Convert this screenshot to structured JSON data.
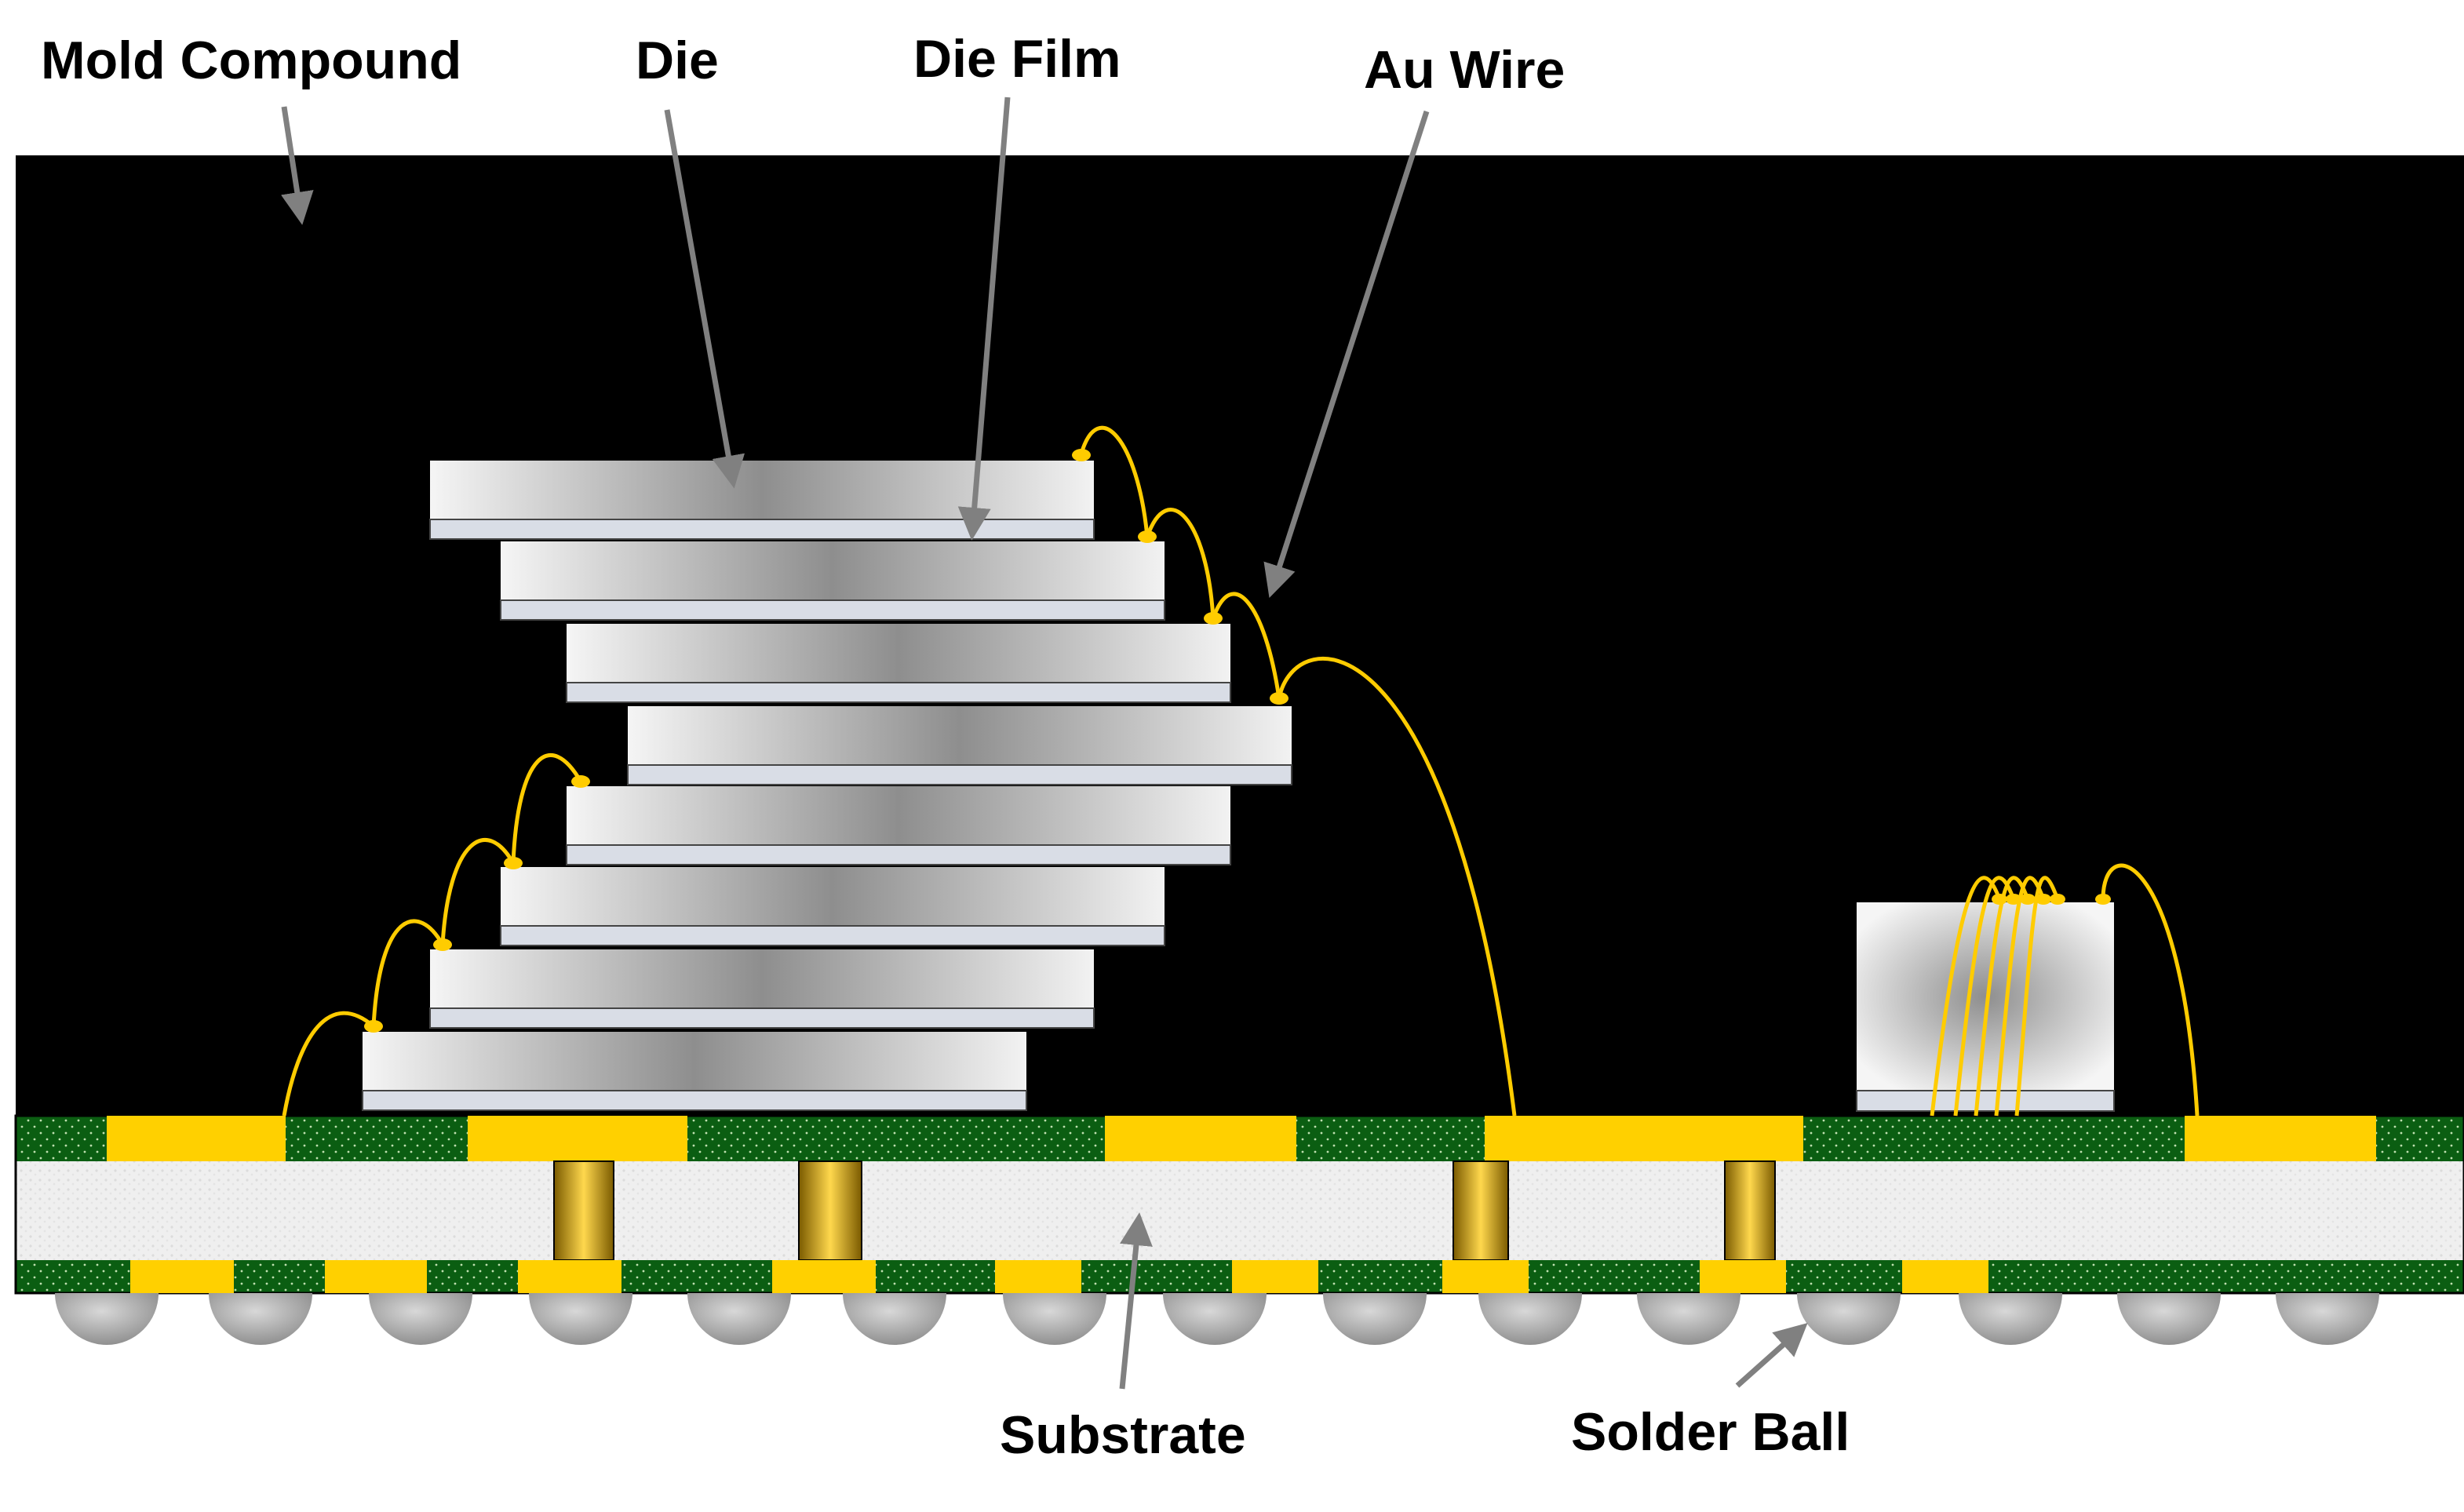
{
  "labels": {
    "mold_compound": "Mold Compound",
    "die": "Die",
    "die_film": "Die Film",
    "au_wire": "Au Wire",
    "substrate": "Substrate",
    "solder_ball": "Solder Ball"
  },
  "colors": {
    "mold": "#000000",
    "wire": "#ffcc00",
    "pad": "#ffd000",
    "solder_mask": "#0b5e12",
    "core": "#f0f0f0",
    "ball": "#a8a8a8",
    "film": "#d9dde6",
    "arrow": "#808080"
  },
  "components": {
    "stacked_die_count": 8,
    "solder_ball_count": 15,
    "single_die_wire_count": 6
  }
}
